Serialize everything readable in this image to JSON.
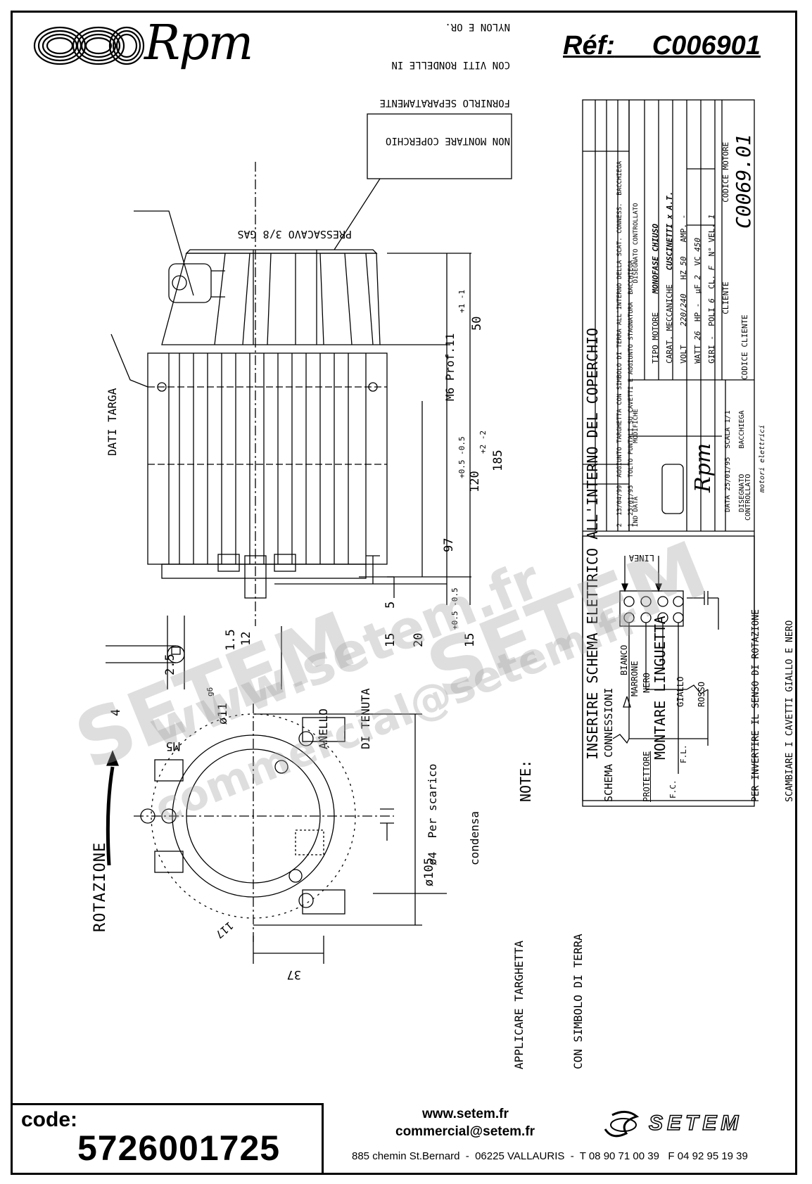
{
  "header": {
    "brand": "Rpm",
    "ref_label": "Réf:",
    "ref_value": "C006901"
  },
  "notes": {
    "cover_note": [
      "NON MONTARE COPERCHIO",
      "FORNIRLO SEPARATAMENTE",
      "CON VITI RONDELLE IN",
      "NYLON E OR."
    ],
    "pressacavo": "PRESSACAVO 3/8 GAS",
    "dati_targa": "DATI TARGA",
    "m6_prof": "M6 Prof.11",
    "dim_50": "50",
    "dim_50_tol": "+1 -1",
    "dim_97": "97",
    "dim_120": "120",
    "dim_120_tol": "+0.5 -0.5",
    "dim_185": "185",
    "dim_185_tol": "+2 -2",
    "dim_5": "5",
    "dim_15a": "15",
    "dim_15b": "15",
    "dim_15b_tol": "+0.5 -0.5",
    "dim_20": "20",
    "dim_1_5": "1.5",
    "dim_12": "12",
    "dim_2_5": "2.5",
    "dim_4": "4",
    "dim_11": "ø11",
    "dim_11_tol": "g6",
    "dim_m5": "M5",
    "anello": [
      "ANELLO",
      "DI TENUTA"
    ],
    "scarico": [
      "ø4  Per scarico",
      "condensa"
    ],
    "dim_105": "ø105",
    "dim_117": "117",
    "dim_37": "37",
    "rotazione": "ROTAZIONE",
    "applicare": [
      "APPLICARE TARGHETTA",
      "CON SIMBOLO DI TERRA"
    ],
    "note_title": "NOTE:",
    "note_lines": [
      "INSERIRE SCHEMA ELETTRICO ALL'INTERNO DEL COPERCHIO",
      "MONTARE LINGUETTA"
    ]
  },
  "schema": {
    "title": "SCHEMA CONNESSIONI",
    "protettore": "PROTETTORE",
    "linea": "LINEA",
    "wires": [
      "BIANCO",
      "MARRONE",
      "NERO",
      "GIALLO",
      "ROSSO"
    ],
    "fc": "F.C.",
    "fl": "F.L.",
    "inversion": [
      "PER INVERTIRE IL SENSO DI ROTAZIONE",
      "SCAMBIARE I CAVETTI GIALLO E NERO"
    ]
  },
  "title_block": {
    "revisions": [
      {
        "n": "2",
        "date": "13/04/99",
        "text": "AGGIUNTO TARGHETTA CON SIMBOLO DI TERRA ALL'INTERNO DELLA SCAT. CONNESS.",
        "by": "BACCHIEGA"
      },
      {
        "n": "1",
        "date": "25/01/95",
        "text": "TOLTO PUNTALI SU CAVETTI E AGGIUNTO STAGNATURA",
        "by": "BACCHIEGA"
      }
    ],
    "rev_headers": [
      "IND",
      "DATA",
      "MODIFICHE",
      "DISEGNATO",
      "CONTROLLATO"
    ],
    "tipo_motore_label": "TIPO MOTORE",
    "tipo_motore": "MONOFASE CHIUSO",
    "carat_label": "CARAT. MECCANICHE",
    "carat": "CUSCINETTI x A.T.",
    "volt_label": "VOLT",
    "volt": "220/240",
    "hz_label": "HZ",
    "hz": "50",
    "amp_label": "AMP.",
    "amp": "-",
    "watt_label": "WATT",
    "watt": "26",
    "hp_label": "HP",
    "hp": "-",
    "uf_label": "µF",
    "uf": "2",
    "vc_label": "VC",
    "vc": "450",
    "giri_label": "GIRI",
    "giri": "-",
    "poli_label": "POLI",
    "poli": "6",
    "cl_label": "CL.",
    "cl": "F",
    "nvel_label": "N° VEL.",
    "nvel": "1",
    "cliente_label": "CLIENTE",
    "codice_cliente_label": "CODICE CLIENTE",
    "codice_motore_label": "CODICE MOTORE",
    "codice_motore": "C0069.01",
    "brand": "Rpm",
    "brand_sub": "motori elettrici",
    "data_label": "DATA",
    "data": "25/01/95",
    "scala_label": "SCALA",
    "scala": "1/1",
    "disegnato_label": "DISEGNATO",
    "disegnato": "BACCHIEGA",
    "controllato_label": "CONTROLLATO"
  },
  "footer": {
    "code_label": "code:",
    "code_value": "5726001725",
    "website": "www.setem.fr",
    "email": "commercial@setem.fr",
    "address": "885 chemin St.Bernard  -  06225 VALLAURIS  -  T 08 90 71 00 39   F 04 92 95 19 39",
    "company": "SETEM"
  },
  "watermarks": [
    "www.setem.fr",
    "SETEM",
    "commercial@setem.fr",
    "SETEM"
  ]
}
